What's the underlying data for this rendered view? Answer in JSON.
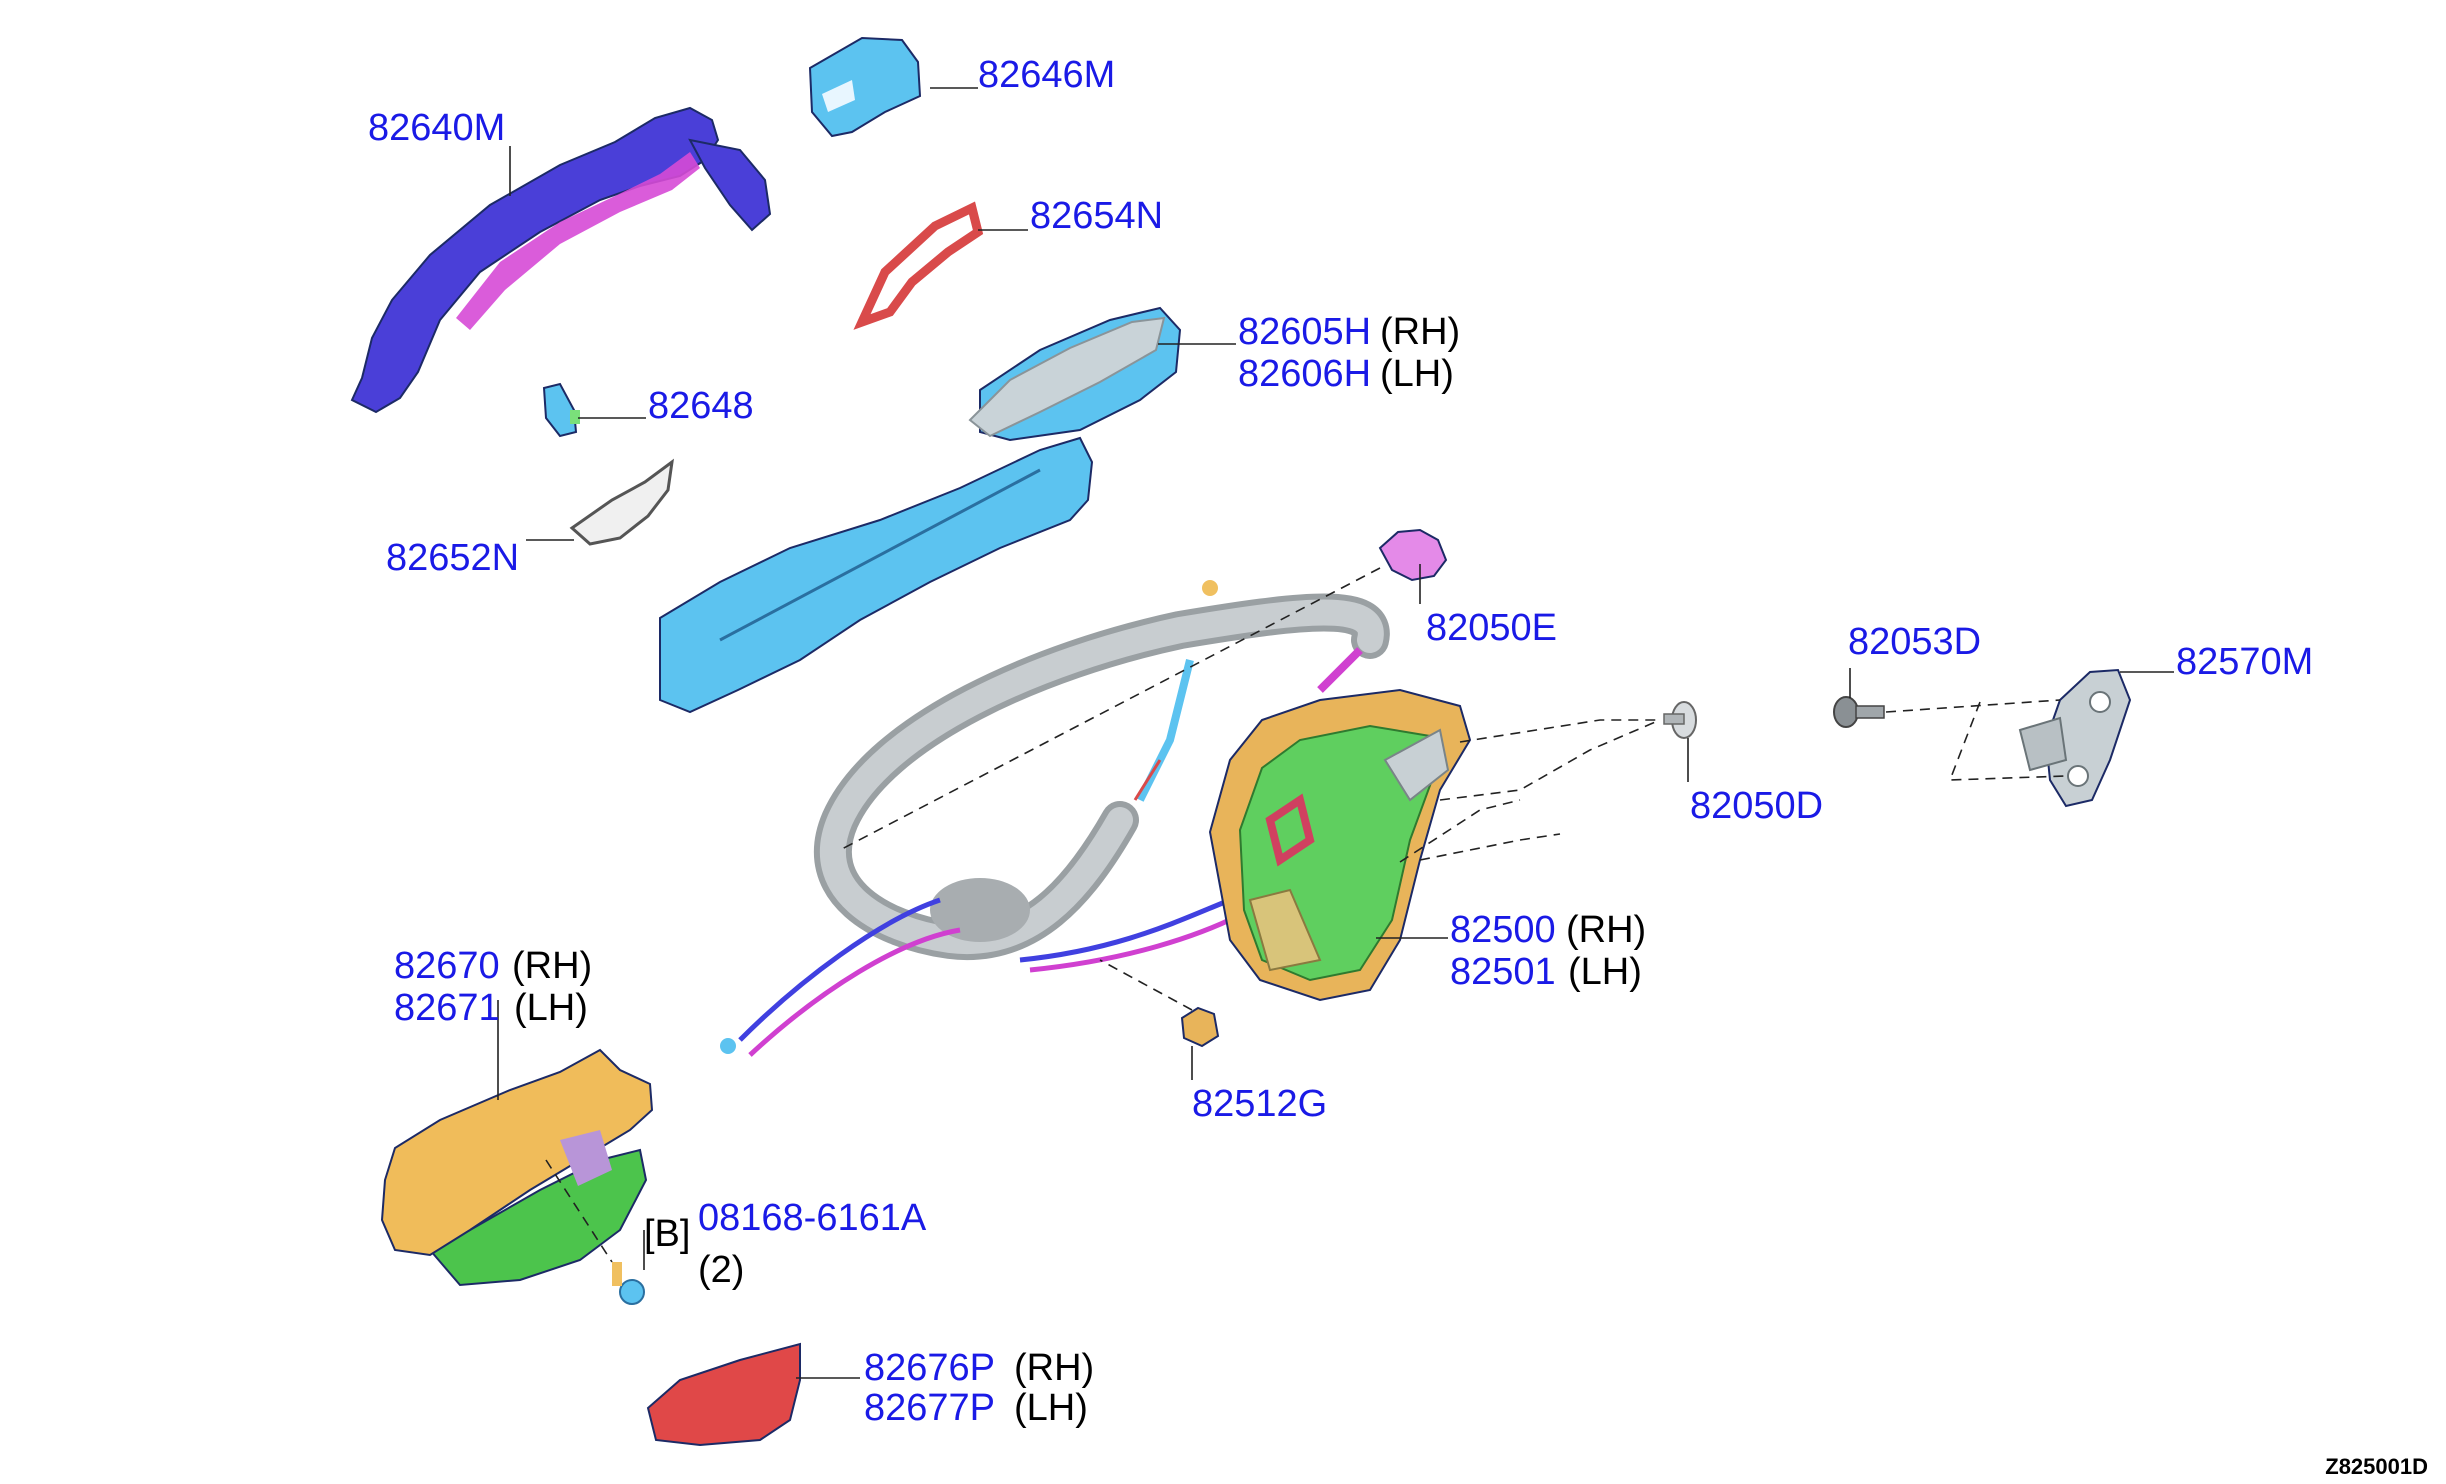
{
  "diagram_code": "Z825001D",
  "colors": {
    "part_number": "#1a1ae6",
    "suffix": "#000000",
    "outside_handle": "#4a3fd8",
    "handle_inner": "#d64ad6",
    "bracket": "#5cc3f0",
    "escutcheon": "#d94a4a",
    "lock_body": "#5fcf5f",
    "lock_frame": "#e8b45a",
    "cable_sheath": "#b8b8b8",
    "striker": "#c8d0d4",
    "inside_handle": "#f0bc5a",
    "inside_handle_back": "#4cc44c",
    "finisher": "#e04848",
    "clip_pink": "#e48ae8",
    "cable_blue": "#4040e0",
    "cable_magenta": "#d040d0"
  },
  "labels": [
    {
      "id": "82646M",
      "part": "82646M",
      "suffix": ""
    },
    {
      "id": "82640M",
      "part": "82640M",
      "suffix": ""
    },
    {
      "id": "82654N",
      "part": "82654N",
      "suffix": ""
    },
    {
      "id": "82605H",
      "part": "82605H",
      "suffix": "(RH)"
    },
    {
      "id": "82606H",
      "part": "82606H",
      "suffix": "(LH)"
    },
    {
      "id": "82648",
      "part": "82648",
      "suffix": ""
    },
    {
      "id": "82652N",
      "part": "82652N",
      "suffix": ""
    },
    {
      "id": "82050E",
      "part": "82050E",
      "suffix": ""
    },
    {
      "id": "82053D",
      "part": "82053D",
      "suffix": ""
    },
    {
      "id": "82570M",
      "part": "82570M",
      "suffix": ""
    },
    {
      "id": "82050D",
      "part": "82050D",
      "suffix": ""
    },
    {
      "id": "82500",
      "part": "82500",
      "suffix": "(RH)"
    },
    {
      "id": "82501",
      "part": "82501",
      "suffix": "(LH)"
    },
    {
      "id": "82512G",
      "part": "82512G",
      "suffix": ""
    },
    {
      "id": "82670",
      "part": "82670",
      "suffix": "(RH)"
    },
    {
      "id": "82671",
      "part": "82671",
      "suffix": "(LH)"
    },
    {
      "id": "08168",
      "part": "08168-6161A",
      "prefix": "[B]",
      "qty": "(2)"
    },
    {
      "id": "82676P",
      "part": "82676P",
      "suffix": "(RH)"
    },
    {
      "id": "82677P",
      "part": "82677P",
      "suffix": "(LH)"
    }
  ]
}
